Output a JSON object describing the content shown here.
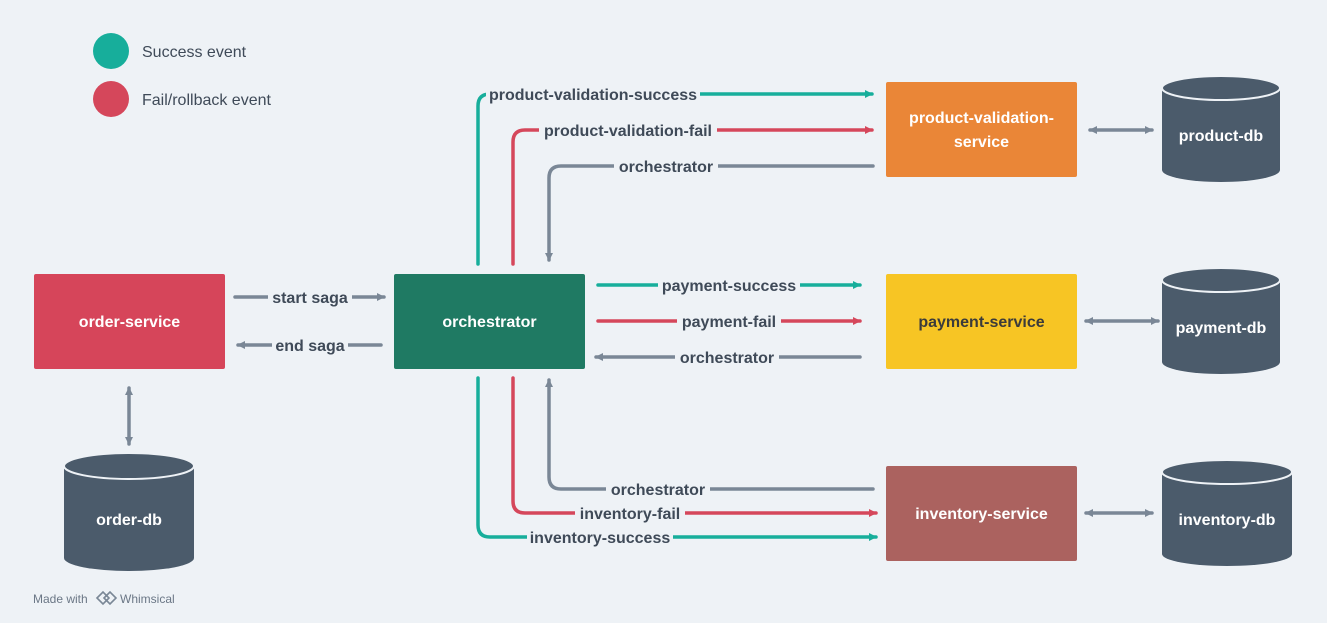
{
  "legend": {
    "success": {
      "label": "Success event",
      "color": "#17ae9b"
    },
    "fail": {
      "label": "Fail/rollback event",
      "color": "#d5475b"
    }
  },
  "nodes": {
    "order_service": {
      "label": "order-service",
      "color": "#d6455a"
    },
    "orchestrator": {
      "label": "orchestrator",
      "color": "#1f7a63"
    },
    "product_validation_service": {
      "line1": "product-validation-",
      "line2": "service",
      "color": "#ea8637"
    },
    "payment_service": {
      "label": "payment-service",
      "color": "#f7c524"
    },
    "inventory_service": {
      "label": "inventory-service",
      "color": "#ab625f"
    }
  },
  "databases": {
    "order_db": "order-db",
    "product_db": "product-db",
    "payment_db": "payment-db",
    "inventory_db": "inventory-db",
    "color": "#4b5b6b"
  },
  "edges": {
    "start_saga": "start saga",
    "end_saga": "end saga",
    "product_validation_success": "product-validation-success",
    "product_validation_fail": "product-validation-fail",
    "product_orchestrator": "orchestrator",
    "payment_success": "payment-success",
    "payment_fail": "payment-fail",
    "payment_orchestrator": "orchestrator",
    "inventory_orchestrator": "orchestrator",
    "inventory_fail": "inventory-fail",
    "inventory_success": "inventory-success"
  },
  "colors": {
    "success": "#17ae9b",
    "fail": "#d5475b",
    "neutral": "#7a8796"
  },
  "footer": {
    "made_with": "Made with",
    "brand": "Whimsical"
  }
}
